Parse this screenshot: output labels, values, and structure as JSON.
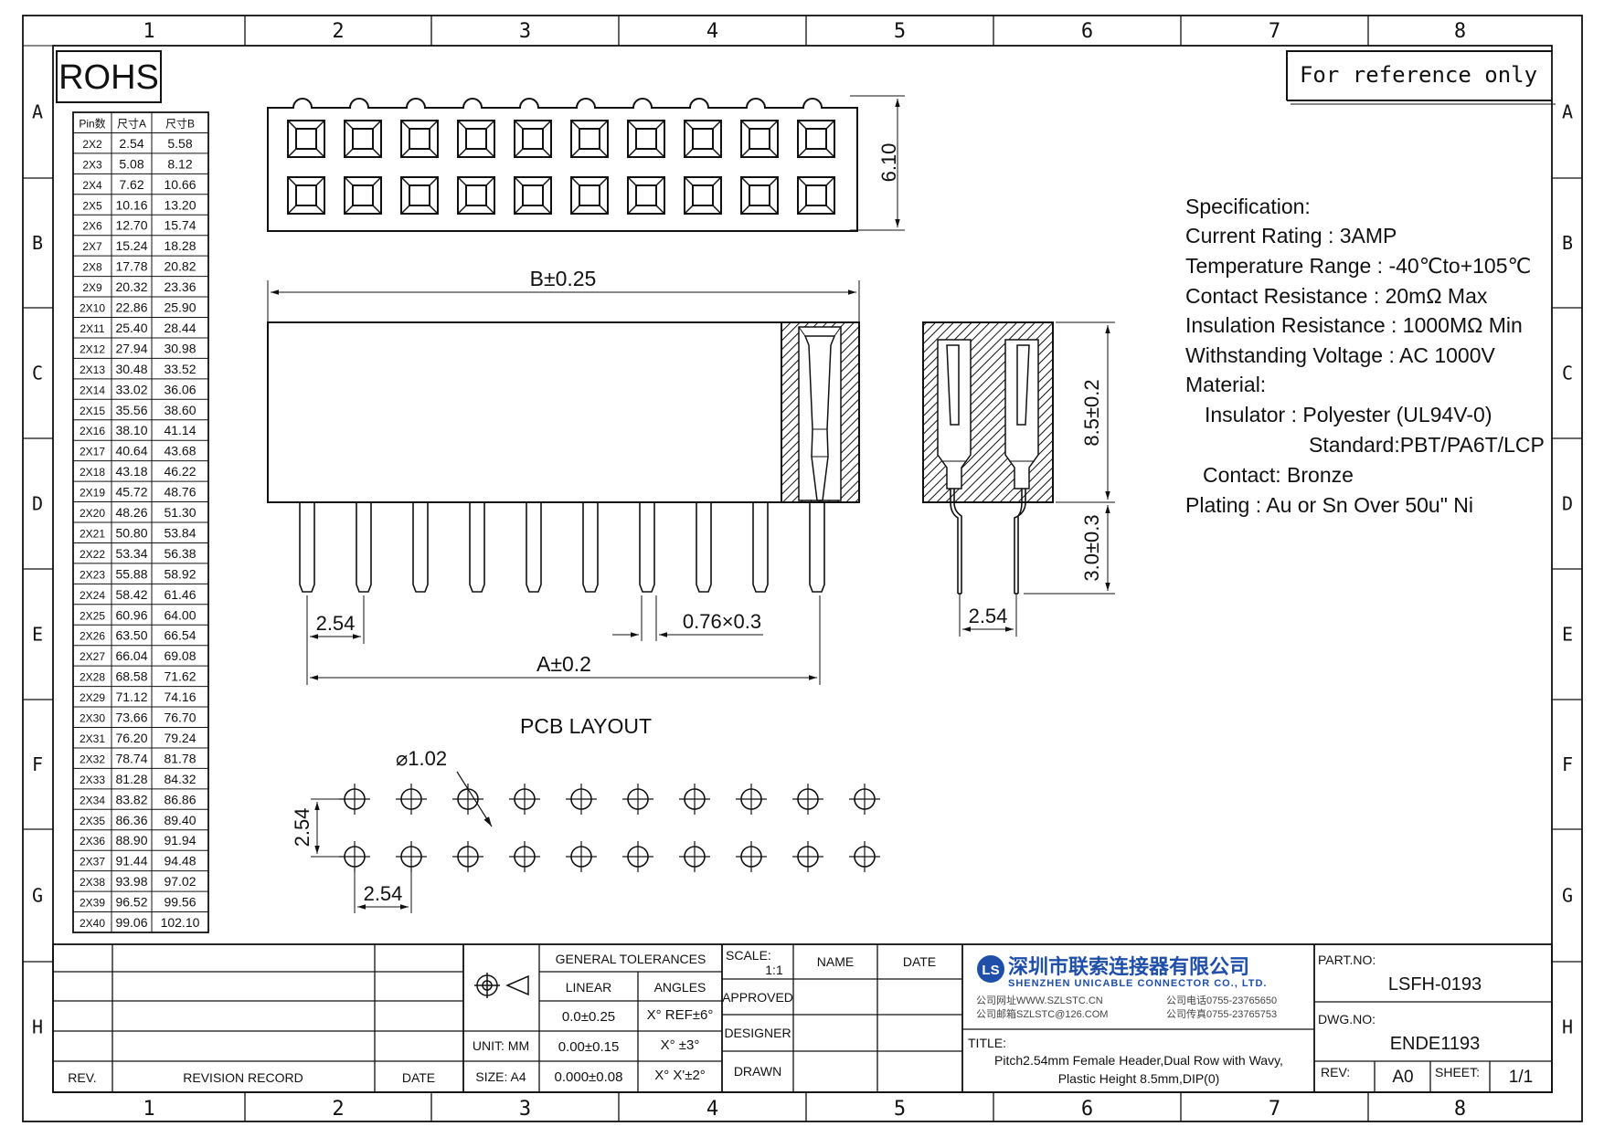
{
  "frame": {
    "cols": [
      "1",
      "2",
      "3",
      "4",
      "5",
      "6",
      "7",
      "8"
    ],
    "rows": [
      "A",
      "B",
      "C",
      "D",
      "E",
      "F",
      "G",
      "H"
    ]
  },
  "rohs": "ROHS",
  "reference_note": "For reference only",
  "size_table": {
    "headers": [
      "Pin数",
      "尺寸A",
      "尺寸B"
    ],
    "rows": [
      [
        "2X2",
        "2.54",
        "5.58"
      ],
      [
        "2X3",
        "5.08",
        "8.12"
      ],
      [
        "2X4",
        "7.62",
        "10.66"
      ],
      [
        "2X5",
        "10.16",
        "13.20"
      ],
      [
        "2X6",
        "12.70",
        "15.74"
      ],
      [
        "2X7",
        "15.24",
        "18.28"
      ],
      [
        "2X8",
        "17.78",
        "20.82"
      ],
      [
        "2X9",
        "20.32",
        "23.36"
      ],
      [
        "2X10",
        "22.86",
        "25.90"
      ],
      [
        "2X11",
        "25.40",
        "28.44"
      ],
      [
        "2X12",
        "27.94",
        "30.98"
      ],
      [
        "2X13",
        "30.48",
        "33.52"
      ],
      [
        "2X14",
        "33.02",
        "36.06"
      ],
      [
        "2X15",
        "35.56",
        "38.60"
      ],
      [
        "2X16",
        "38.10",
        "41.14"
      ],
      [
        "2X17",
        "40.64",
        "43.68"
      ],
      [
        "2X18",
        "43.18",
        "46.22"
      ],
      [
        "2X19",
        "45.72",
        "48.76"
      ],
      [
        "2X20",
        "48.26",
        "51.30"
      ],
      [
        "2X21",
        "50.80",
        "53.84"
      ],
      [
        "2X22",
        "53.34",
        "56.38"
      ],
      [
        "2X23",
        "55.88",
        "58.92"
      ],
      [
        "2X24",
        "58.42",
        "61.46"
      ],
      [
        "2X25",
        "60.96",
        "64.00"
      ],
      [
        "2X26",
        "63.50",
        "66.54"
      ],
      [
        "2X27",
        "66.04",
        "69.08"
      ],
      [
        "2X28",
        "68.58",
        "71.62"
      ],
      [
        "2X29",
        "71.12",
        "74.16"
      ],
      [
        "2X30",
        "73.66",
        "76.70"
      ],
      [
        "2X31",
        "76.20",
        "79.24"
      ],
      [
        "2X32",
        "78.74",
        "81.78"
      ],
      [
        "2X33",
        "81.28",
        "84.32"
      ],
      [
        "2X34",
        "83.82",
        "86.86"
      ],
      [
        "2X35",
        "86.36",
        "89.40"
      ],
      [
        "2X36",
        "88.90",
        "91.94"
      ],
      [
        "2X37",
        "91.44",
        "94.48"
      ],
      [
        "2X38",
        "93.98",
        "97.02"
      ],
      [
        "2X39",
        "96.52",
        "99.56"
      ],
      [
        "2X40",
        "99.06",
        "102.10"
      ]
    ]
  },
  "dimensions": {
    "top_height": "6.10",
    "b_length": "B±0.25",
    "pitch_front": "2.54",
    "pin_size": "0.76×0.3",
    "a_length": "A±0.2",
    "side_height": "8.5±0.2",
    "side_tail": "3.0±0.3",
    "side_pitch": "2.54",
    "pcb_hole": "⌀1.02",
    "pcb_pitch_v": "2.54",
    "pcb_pitch_h": "2.54"
  },
  "pcb_layout_title": "PCB LAYOUT",
  "specification": [
    "Specification:",
    "Current Rating : 3AMP",
    "Temperature Range : -40℃to+105℃",
    "Contact Resistance : 20mΩ Max",
    "Insulation Resistance : 1000MΩ Min",
    "Withstanding Voltage : AC 1000V",
    "Material:",
    "Insulator : Polyester (UL94V-0)",
    "Standard:PBT/PA6T/LCP",
    "Contact: Bronze",
    "Plating : Au or Sn Over 50u\" Ni"
  ],
  "title_block": {
    "rev_header": "REV.",
    "revision_record": "REVISION RECORD",
    "date_header": "DATE",
    "general_tolerances": "GENERAL TOLERANCES",
    "linear": "LINEAR",
    "angles": "ANGLES",
    "tol_linear": [
      "0.0±0.25",
      "0.00±0.15",
      "0.000±0.08"
    ],
    "tol_angles": [
      "X° REF±6°",
      "X° ±3°",
      "X° X'±2°"
    ],
    "unit": "UNIT: MM",
    "size": "SIZE: A4",
    "scale_label": "SCALE:",
    "scale_value": "1:1",
    "name": "NAME",
    "date": "DATE",
    "approved": "APPROVED",
    "designer": "DESIGNER",
    "drawn": "DRAWN",
    "company_cn": "深圳市联索连接器有限公司",
    "company_en": "SHENZHEN UNICABLE CONNECTOR CO., LTD.",
    "company_web": "公司网址WWW.SZLSTC.CN",
    "company_mail": "公司邮箱SZLSTC@126.COM",
    "company_tel": "公司电话0755-23765650",
    "company_fax": "公司传真0755-23765753",
    "title_label": "TITLE:",
    "title_line1": "Pitch2.54mm Female Header,Dual Row with Wavy,",
    "title_line2": "Plastic Height 8.5mm,DIP(0)",
    "part_no_label": "PART.NO:",
    "part_no": "LSFH-0193",
    "dwg_no_label": "DWG.NO:",
    "dwg_no": "ENDE1193",
    "rev_label": "REV:",
    "rev_value": "A0",
    "sheet_label": "SHEET:",
    "sheet_value": "1/1"
  }
}
